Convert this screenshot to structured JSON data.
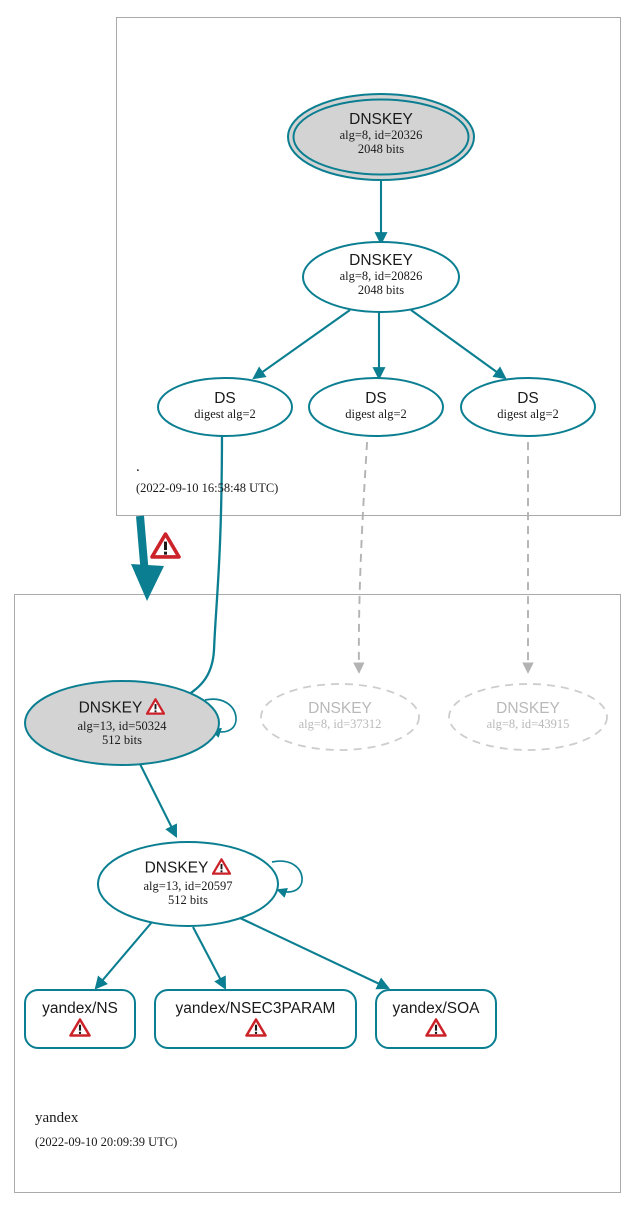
{
  "diagram": {
    "type": "dnssec-authentication-chain",
    "accent_color": "#0b7f91",
    "gray_color": "#b3b3b3",
    "warning_color": "#cc2229",
    "node_fill_secure": "#d3d3d3"
  },
  "zones": [
    {
      "id": "root",
      "name": ".",
      "timestamp": "(2022-09-10 16:58:48 UTC)"
    },
    {
      "id": "yandex",
      "name": "yandex",
      "timestamp": "(2022-09-10 20:09:39 UTC)"
    }
  ],
  "nodes": {
    "root_ksk": {
      "type": "DNSKEY",
      "title": "DNSKEY",
      "detail": "alg=8, id=20326",
      "size": "2048 bits",
      "role": "ksk",
      "shaded": true,
      "warning": false
    },
    "root_zsk": {
      "type": "DNSKEY",
      "title": "DNSKEY",
      "detail": "alg=8, id=20826",
      "size": "2048 bits",
      "role": "zsk",
      "shaded": false,
      "warning": false
    },
    "ds_1": {
      "type": "DS",
      "title": "DS",
      "detail": "digest alg=2",
      "state": "active"
    },
    "ds_2": {
      "type": "DS",
      "title": "DS",
      "detail": "digest alg=2",
      "state": "active"
    },
    "ds_3": {
      "type": "DS",
      "title": "DS",
      "detail": "digest alg=2",
      "state": "active"
    },
    "yandex_ksk": {
      "type": "DNSKEY",
      "title": "DNSKEY",
      "detail": "alg=13, id=50324",
      "size": "512 bits",
      "role": "ksk",
      "shaded": true,
      "warning": true
    },
    "yandex_dnskey_37312": {
      "type": "DNSKEY",
      "title": "DNSKEY",
      "detail": "alg=8, id=37312",
      "size": "",
      "state": "grayed",
      "warning": false
    },
    "yandex_dnskey_43915": {
      "type": "DNSKEY",
      "title": "DNSKEY",
      "detail": "alg=8, id=43915",
      "size": "",
      "state": "grayed",
      "warning": false
    },
    "yandex_zsk": {
      "type": "DNSKEY",
      "title": "DNSKEY",
      "detail": "alg=13, id=20597",
      "size": "512 bits",
      "role": "zsk",
      "shaded": false,
      "warning": true
    },
    "rrset_ns": {
      "type": "RRset",
      "title": "yandex/NS",
      "warning": true
    },
    "rrset_nsec3param": {
      "type": "RRset",
      "title": "yandex/NSEC3PARAM",
      "warning": true
    },
    "rrset_soa": {
      "type": "RRset",
      "title": "yandex/SOA",
      "warning": true
    }
  },
  "edges": [
    {
      "from": "root_ksk",
      "to": "root_ksk",
      "style": "self-loop",
      "color": "#0b7f91"
    },
    {
      "from": "root_ksk",
      "to": "root_zsk",
      "style": "solid",
      "color": "#0b7f91"
    },
    {
      "from": "root_zsk",
      "to": "ds_1",
      "style": "solid",
      "color": "#0b7f91"
    },
    {
      "from": "root_zsk",
      "to": "ds_2",
      "style": "solid",
      "color": "#0b7f91"
    },
    {
      "from": "root_zsk",
      "to": "ds_3",
      "style": "solid",
      "color": "#0b7f91"
    },
    {
      "from": "ds_1",
      "to": "yandex_ksk",
      "style": "solid-curved",
      "color": "#0b7f91"
    },
    {
      "from": "root",
      "to": "yandex",
      "style": "thick-delegation",
      "color": "#0b7f91",
      "warning": true
    },
    {
      "from": "ds_2",
      "to": "yandex_dnskey_37312",
      "style": "dashed",
      "color": "#b3b3b3"
    },
    {
      "from": "ds_3",
      "to": "yandex_dnskey_43915",
      "style": "dashed",
      "color": "#b3b3b3"
    },
    {
      "from": "yandex_ksk",
      "to": "yandex_ksk",
      "style": "self-loop",
      "color": "#0b7f91"
    },
    {
      "from": "yandex_ksk",
      "to": "yandex_zsk",
      "style": "solid",
      "color": "#0b7f91"
    },
    {
      "from": "yandex_zsk",
      "to": "yandex_zsk",
      "style": "self-loop",
      "color": "#0b7f91"
    },
    {
      "from": "yandex_zsk",
      "to": "rrset_ns",
      "style": "solid",
      "color": "#0b7f91"
    },
    {
      "from": "yandex_zsk",
      "to": "rrset_nsec3param",
      "style": "solid",
      "color": "#0b7f91"
    },
    {
      "from": "yandex_zsk",
      "to": "rrset_soa",
      "style": "solid",
      "color": "#0b7f91"
    }
  ],
  "icons": {
    "warning": "warning-triangle-icon"
  }
}
